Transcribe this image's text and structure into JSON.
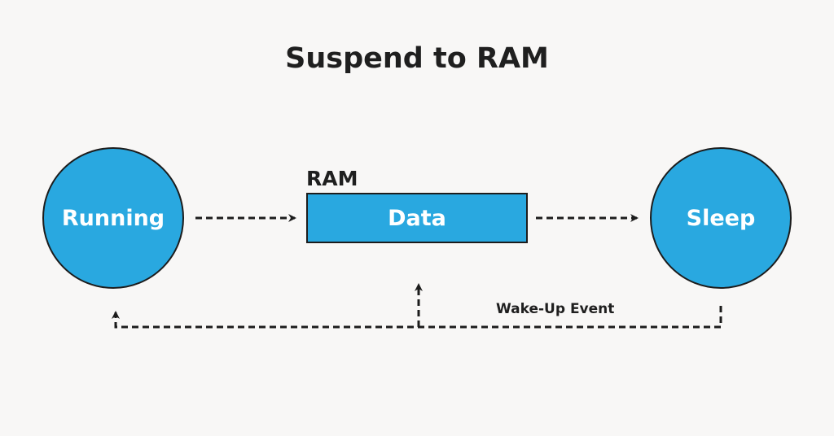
{
  "title": "Suspend to RAM",
  "nodes": {
    "running": "Running",
    "sleep": "Sleep"
  },
  "ram": {
    "label": "RAM",
    "content": "Data"
  },
  "wake_up_label": "Wake-Up Event",
  "colors": {
    "node_fill": "#29a8e0",
    "outline": "#1c1c1c",
    "text_dark": "#1f1f1f",
    "background": "#f8f7f6"
  }
}
